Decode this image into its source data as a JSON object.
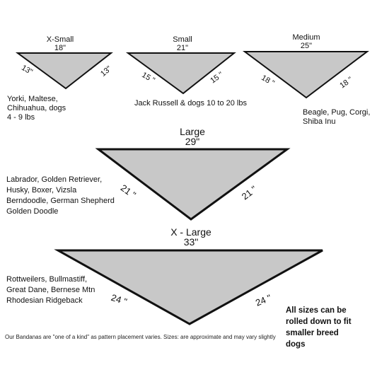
{
  "colors": {
    "fill": "#c8c8c8",
    "stroke": "#111111"
  },
  "sizes": [
    {
      "name": "X-Small",
      "width": "18\"",
      "side_left": "13\"",
      "side_right": "13\"",
      "breeds": [
        "Yorki, Maltese,",
        "Chihuahua, dogs",
        "4 - 9 lbs"
      ]
    },
    {
      "name": "Small",
      "width": "21\"",
      "side_left": "15 \"",
      "side_right": "15 \"",
      "breeds": [
        "Jack Russell & dogs 10 to 20 lbs"
      ]
    },
    {
      "name": "Medium",
      "width": "25\"",
      "side_left": "18 \"",
      "side_right": "18 \"",
      "breeds": [
        "Beagle, Pug, Corgi,",
        "Shiba Inu"
      ]
    },
    {
      "name": "Large",
      "width": "29\"",
      "side_left": "21 \"",
      "side_right": "21 \"",
      "breeds": [
        "Labrador, Golden Retriever,",
        "Husky, Boxer, Vizsla",
        "Berndoodle, German Shepherd",
        "Golden Doodle"
      ]
    },
    {
      "name": "X - Large",
      "width": "33\"",
      "side_left": "24 \"",
      "side_right": "24 \"",
      "breeds": [
        "Rottweilers, Bullmastiff,",
        "Great Dane, Bernese Mtn",
        "Rhodesian Ridgeback"
      ]
    }
  ],
  "note": "All sizes can be rolled down to fit smaller breed dogs",
  "footer": "Our Bandanas are \"one of a kind\" as pattern placement varies. Sizes: are approximate and may vary slightly"
}
